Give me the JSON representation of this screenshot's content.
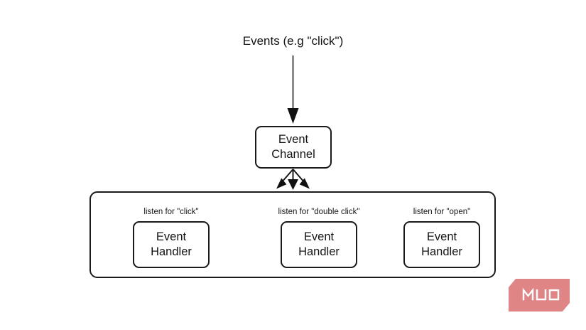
{
  "diagram": {
    "title": "Events (e.g \"click\")",
    "background_color": "#ffffff",
    "stroke_color": "#1a1a1a",
    "text_color": "#141414",
    "event_channel": {
      "label": "Event\nChannel"
    },
    "handlers": [
      {
        "listen_label": "listen for \"click\"",
        "box_label": "Event\nHandler"
      },
      {
        "listen_label": "listen for \"double click\"",
        "box_label": "Event\nHandler"
      },
      {
        "listen_label": "listen for \"open\"",
        "box_label": "Event\nHandler"
      }
    ]
  },
  "watermark": {
    "text": "MUO",
    "color": "#e08585"
  }
}
